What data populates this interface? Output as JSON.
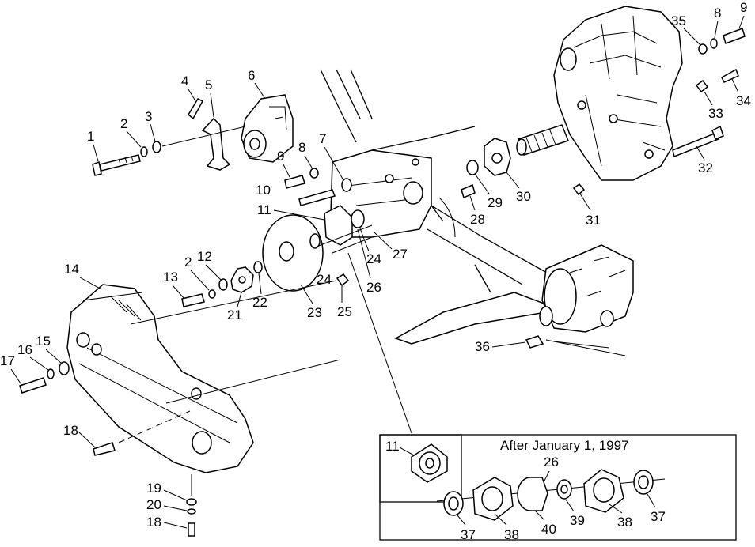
{
  "callouts": {
    "c1": "1",
    "c2a": "2",
    "c3": "3",
    "c4": "4",
    "c5": "5",
    "c6": "6",
    "c7": "7",
    "c8a": "8",
    "c8b": "8",
    "c9a": "9",
    "c9b": "9",
    "c10": "10",
    "c11a": "11",
    "c12": "12",
    "c13": "13",
    "c14": "14",
    "c15": "15",
    "c16": "16",
    "c17": "17",
    "c18a": "18",
    "c18b": "18",
    "c19": "19",
    "c20": "20",
    "c21": "21",
    "c2b": "2",
    "c22": "22",
    "c23": "23",
    "c24a": "24",
    "c24b": "24",
    "c25": "25",
    "c26a": "26",
    "c27": "27",
    "c28": "28",
    "c29": "29",
    "c30": "30",
    "c31": "31",
    "c32": "32",
    "c33": "33",
    "c34": "34",
    "c35": "35",
    "c36": "36"
  },
  "inset": {
    "title": "After January 1, 1997",
    "sub_label": "11",
    "labels": {
      "l26": "26",
      "l37a": "37",
      "l38a": "38",
      "l40": "40",
      "l39": "39",
      "l38b": "38",
      "l37b": "37"
    }
  }
}
